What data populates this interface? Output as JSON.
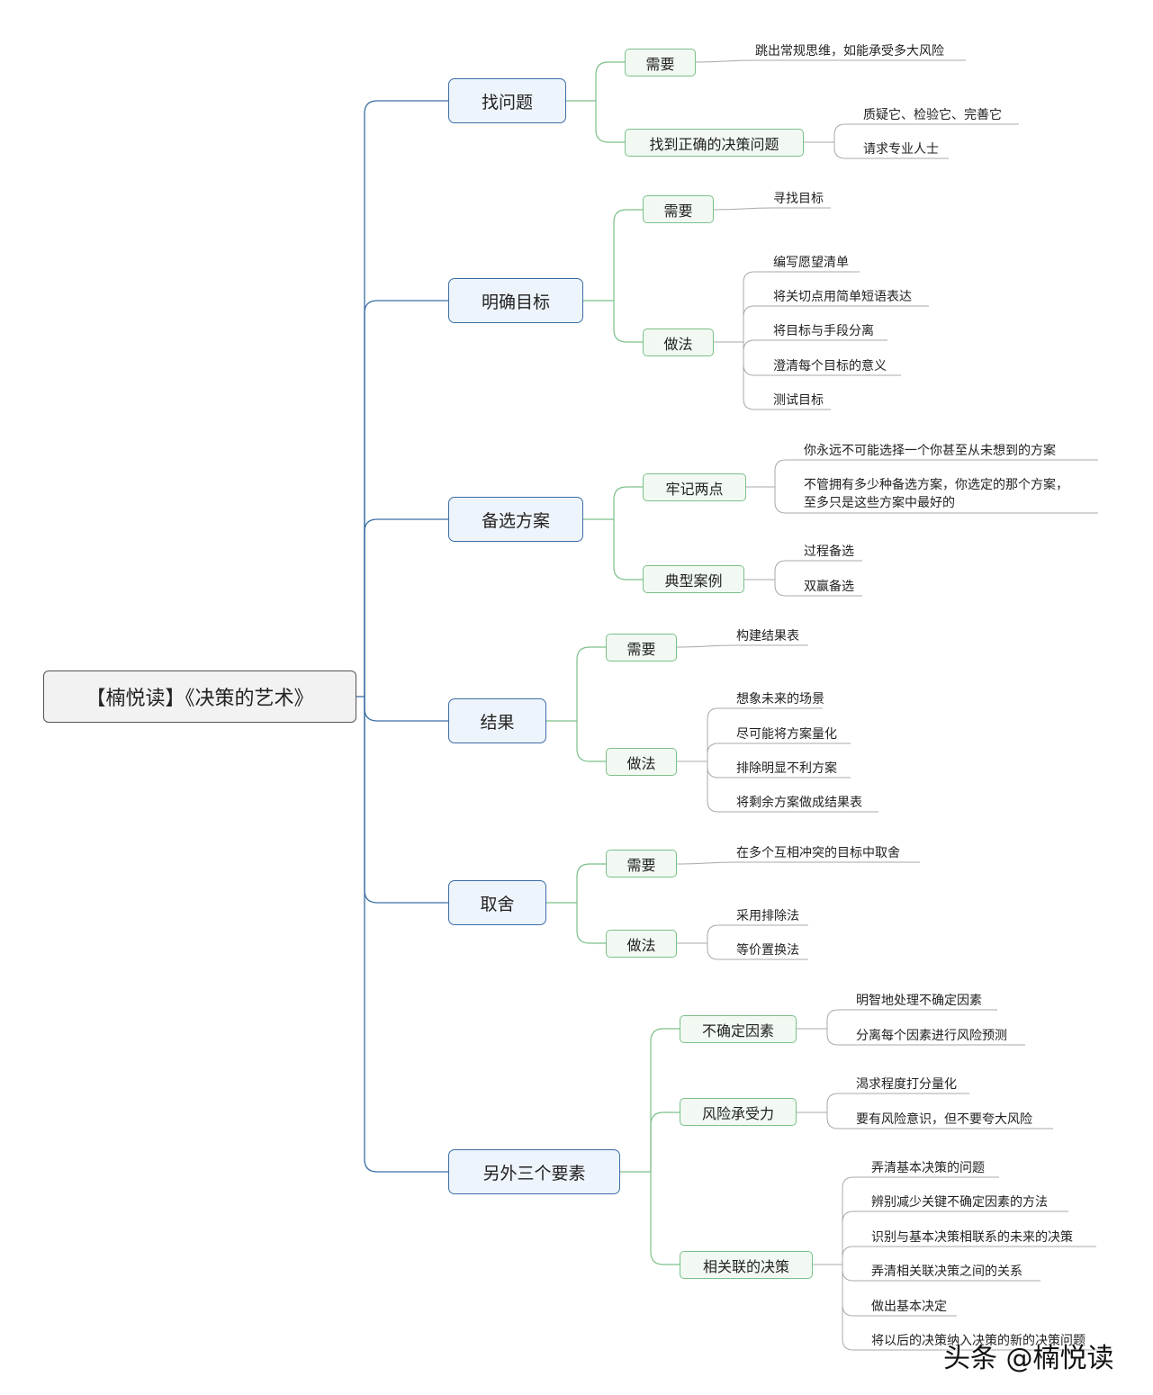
{
  "root": "【楠悦读】《决策的艺术》",
  "nodes": {
    "m1": "找问题",
    "m1_s1": "需要",
    "m1_s1_l1": "跳出常规思维，如能承受多大风险",
    "m1_s2": "找到正确的决策问题",
    "m1_s2_l1": "质疑它、检验它、完善它",
    "m1_s2_l2": "请求专业人士",
    "m2": "明确目标",
    "m2_s1": "需要",
    "m2_s1_l1": "寻找目标",
    "m2_s2": "做法",
    "m2_s2_l1": "编写愿望清单",
    "m2_s2_l2": "将关切点用简单短语表达",
    "m2_s2_l3": "将目标与手段分离",
    "m2_s2_l4": "澄清每个目标的意义",
    "m2_s2_l5": "测试目标",
    "m3": "备选方案",
    "m3_s1": "牢记两点",
    "m3_s1_l1": "你永远不可能选择一个你甚至从未想到的方案",
    "m3_s1_l2a": "不管拥有多少种备选方案，你选定的那个方案，",
    "m3_s1_l2b": "至多只是这些方案中最好的",
    "m3_s2": "典型案例",
    "m3_s2_l1": "过程备选",
    "m3_s2_l2": "双赢备选",
    "m4": "结果",
    "m4_s1": "需要",
    "m4_s1_l1": "构建结果表",
    "m4_s2": "做法",
    "m4_s2_l1": "想象未来的场景",
    "m4_s2_l2": "尽可能将方案量化",
    "m4_s2_l3": "排除明显不利方案",
    "m4_s2_l4": "将剩余方案做成结果表",
    "m5": "取舍",
    "m5_s1": "需要",
    "m5_s1_l1": "在多个互相冲突的目标中取舍",
    "m5_s2": "做法",
    "m5_s2_l1": "采用排除法",
    "m5_s2_l2": "等价置换法",
    "m6": "另外三个要素",
    "m6_s1": "不确定因素",
    "m6_s1_l1": "明智地处理不确定因素",
    "m6_s1_l2": "分离每个因素进行风险预测",
    "m6_s2": "风险承受力",
    "m6_s2_l1": "渴求程度打分量化",
    "m6_s2_l2": "要有风险意识，但不要夸大风险",
    "m6_s3": "相关联的决策",
    "m6_s3_l1": "弄清基本决策的问题",
    "m6_s3_l2": "辨别减少关键不确定因素的方法",
    "m6_s3_l3": "识别与基本决策相联系的未来的决策",
    "m6_s3_l4": "弄清相关联决策之间的关系",
    "m6_s3_l5": "做出基本决定",
    "m6_s3_l6": "将以后的决策纳入决策的新的决策问题"
  },
  "watermark": "头条 @楠悦读",
  "colors": {
    "root_border": "#555555",
    "main_border": "#3a6ea5",
    "main_fill": "#eef4fb",
    "sub_border": "#7cc08a",
    "sub_fill": "#f1f9f2",
    "main_line": "#3a6ea5",
    "sub_line": "#7cc08a",
    "leaf_line": "#a8a8a8"
  }
}
